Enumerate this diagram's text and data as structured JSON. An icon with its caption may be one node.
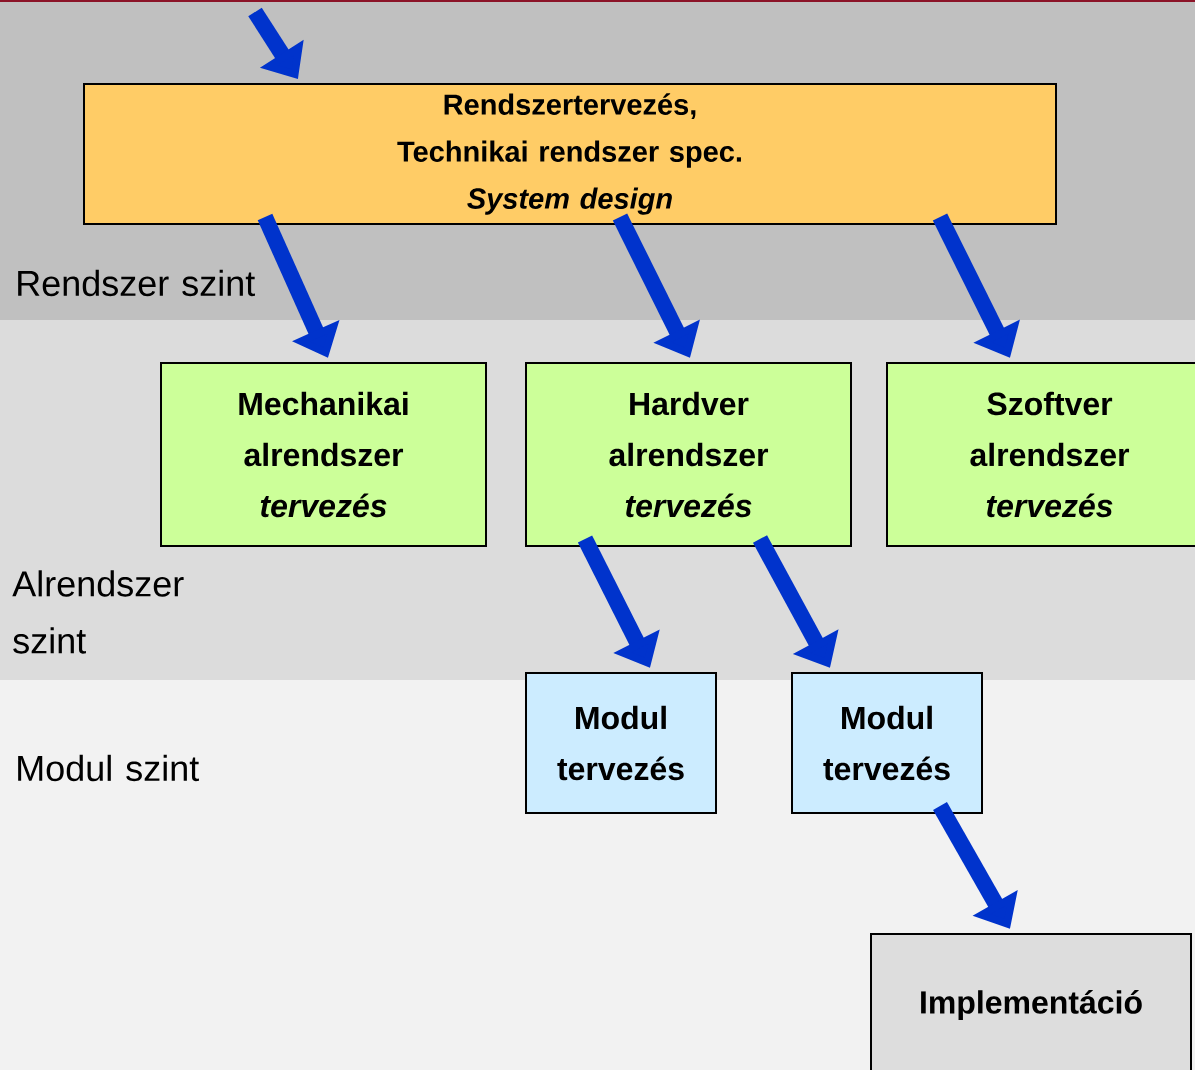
{
  "diagram": {
    "nodes": [
      {
        "text": [
          "Rendszer szint"
        ]
      },
      {
        "text": [
          "Rendszertervezés,",
          "Technikai rendszer spec.",
          "System design"
        ],
        "in": 0
      },
      {
        "text": [
          "Alrendszer szint"
        ]
      },
      {
        "text": [
          "Mechanikai alrendszer",
          "tervezés"
        ],
        "in": 2
      },
      {
        "text": [
          "Hardver alrendszer",
          "tervezés"
        ],
        "in": 2
      },
      {
        "text": [
          "Szoftver alrendszer",
          "tervezés"
        ],
        "in": 2
      },
      {
        "text": [
          "Modul szint"
        ]
      },
      {
        "text": [
          "Modul tervezés"
        ],
        "in": 6
      },
      {
        "text": [
          "Modul tervezés"
        ],
        "in": 6
      },
      {
        "text": [
          "Implementáció"
        ],
        "in": 6
      }
    ],
    "edges": [
      {
        "from": null,
        "to": 1,
        "arrow": "to"
      },
      {
        "from": 1,
        "to": 3,
        "arrow": "to"
      },
      {
        "from": 1,
        "to": 4,
        "arrow": "to"
      },
      {
        "from": 1,
        "to": 5,
        "arrow": "to"
      },
      {
        "from": 4,
        "to": 7,
        "arrow": "to"
      },
      {
        "from": 4,
        "to": 8,
        "arrow": "to"
      },
      {
        "from": 8,
        "to": 9,
        "arrow": "to"
      }
    ]
  }
}
